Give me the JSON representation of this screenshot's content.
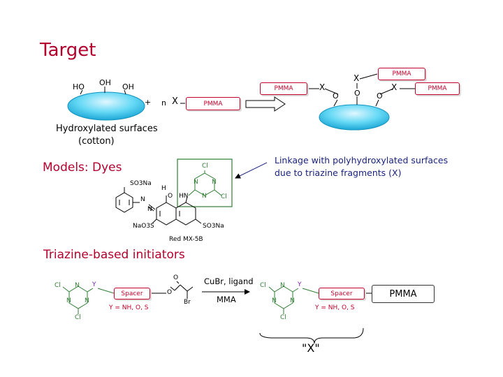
{
  "title": "Target",
  "top": {
    "oh_left": "HO",
    "oh_mid": "OH",
    "oh_right": "OH",
    "plus": "+",
    "n": "n",
    "x": "X",
    "pmma": "PMMA",
    "surface_label_1": "Hydroxylated surfaces",
    "surface_label_2": "(cotton)",
    "product_pmma_top": "PMMA",
    "product_pmma_left": "PMMA",
    "product_pmma_right": "PMMA",
    "product_x": "X",
    "product_o": "O"
  },
  "models": {
    "heading": "Models: Dyes",
    "linkage_1": "Linkage with polyhydroxylated surfaces",
    "linkage_2": "due to triazine fragments (X)",
    "dye_name": "Red MX-5B",
    "so3na": "SO3Na",
    "nao3s": "NaO3S",
    "h": "H",
    "o": "O",
    "hn": "HN",
    "n": "N",
    "cl": "Cl"
  },
  "initiators": {
    "heading": "Triazine-based initiators",
    "cl": "Cl",
    "n": "N",
    "y": "Y",
    "spacer": "Spacer",
    "o": "O",
    "br": "Br",
    "y_def": "Y = NH, O, S",
    "reagent_1": "CuBr, ligand",
    "reagent_2": "MMA",
    "pmma": "PMMA",
    "x_label": "\"X\""
  }
}
